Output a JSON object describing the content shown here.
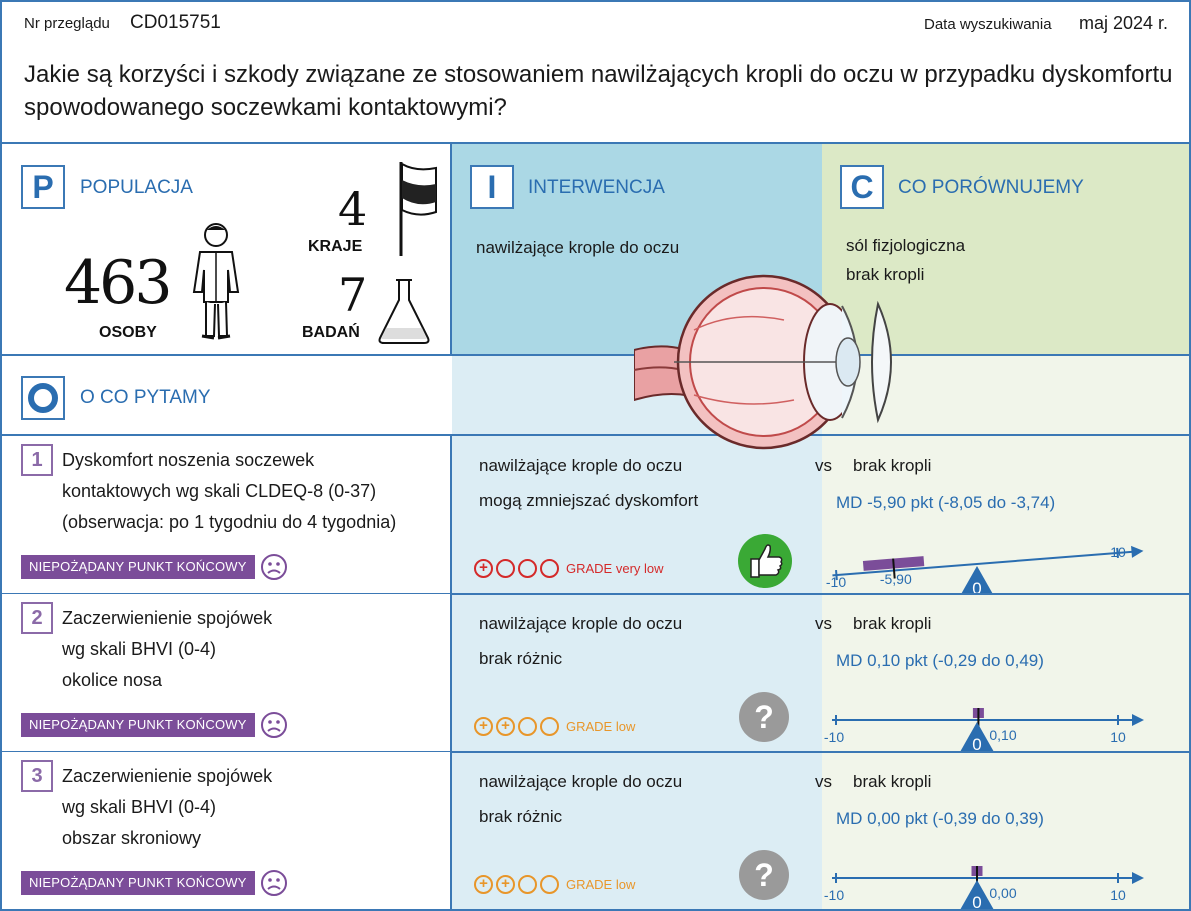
{
  "header": {
    "review_label": "Nr przeglądu",
    "review_id": "CD015751",
    "date_label": "Data wyszukiwania",
    "date_value": "maj 2024 r.",
    "question": "Jakie są korzyści i szkody związane ze stosowaniem nawilżających kropli do oczu w przypadku dyskomfortu spowodowanego soczewkami kontaktowymi?"
  },
  "population": {
    "letter": "P",
    "title": "POPULACJA",
    "people_count": "463",
    "people_label": "OSOBY",
    "countries_count": "4",
    "countries_label": "KRAJE",
    "studies_count": "7",
    "studies_label": "BADAŃ"
  },
  "intervention": {
    "letter": "I",
    "title": "INTERWENCJA",
    "text": "nawilżające krople do oczu"
  },
  "comparison": {
    "letter": "C",
    "title": "CO PORÓWNUJEMY",
    "items": [
      "sól fizjologiczna",
      "brak kropli"
    ]
  },
  "outcomes": {
    "letter": "O",
    "title": "O CO PYTAMY",
    "badge_label": "NIEPOŻĄDANY PUNKT KOŃCOWY",
    "rows": [
      {
        "num": "1",
        "lines": [
          "Dyskomfort noszenia soczewek",
          "kontaktowych wg skali CLDEQ-8 (0-37)",
          "(obserwacja: po 1 tygodniu do 4 tygodnia)"
        ],
        "intervention": "nawilżające krople do oczu",
        "result": "mogą zmniejszać dyskomfort",
        "vs": "vs",
        "control": "brak kropli",
        "md": "MD -5,90 pkt (-8,05 do -3,74)",
        "grade_label": "GRADE very low",
        "grade_level": 1,
        "grade_color": "#d42a2a",
        "icon": "thumbs-up",
        "estimate": -5.9,
        "ci": [
          -8.05,
          -3.74
        ],
        "estimate_label": "-5,90",
        "axis_min": "-10",
        "axis_max": "10",
        "zero": "0"
      },
      {
        "num": "2",
        "lines": [
          "Zaczerwienienie spojówek",
          "wg skali BHVI (0-4)",
          "okolice nosa"
        ],
        "intervention": "nawilżające krople do oczu",
        "result": "brak różnic",
        "vs": "vs",
        "control": "brak kropli",
        "md": "MD 0,10 pkt (-0,29 do 0,49)",
        "grade_label": "GRADE low",
        "grade_level": 2,
        "grade_color": "#e8962a",
        "icon": "question-mark",
        "estimate": 0.1,
        "ci": [
          -0.29,
          0.49
        ],
        "estimate_label": "0,10",
        "axis_min": "-10",
        "axis_max": "10",
        "zero": "0"
      },
      {
        "num": "3",
        "lines": [
          "Zaczerwienienie spojówek",
          "wg skali BHVI (0-4)",
          "obszar skroniowy"
        ],
        "intervention": "nawilżające krople do oczu",
        "result": "brak różnic",
        "vs": "vs",
        "control": "brak kropli",
        "md": "MD 0,00 pkt (-0,39 do 0,39)",
        "grade_label": "GRADE low",
        "grade_level": 2,
        "grade_color": "#e8962a",
        "icon": "question-mark",
        "estimate": 0.0,
        "ci": [
          -0.39,
          0.39
        ],
        "estimate_label": "0,00",
        "axis_min": "-10",
        "axis_max": "10",
        "zero": "0"
      }
    ]
  },
  "colors": {
    "blue": "#2a6db0",
    "purple": "#7b4d99",
    "intervention_bg": "#abd8e5",
    "comparison_bg": "#dce9c6"
  }
}
